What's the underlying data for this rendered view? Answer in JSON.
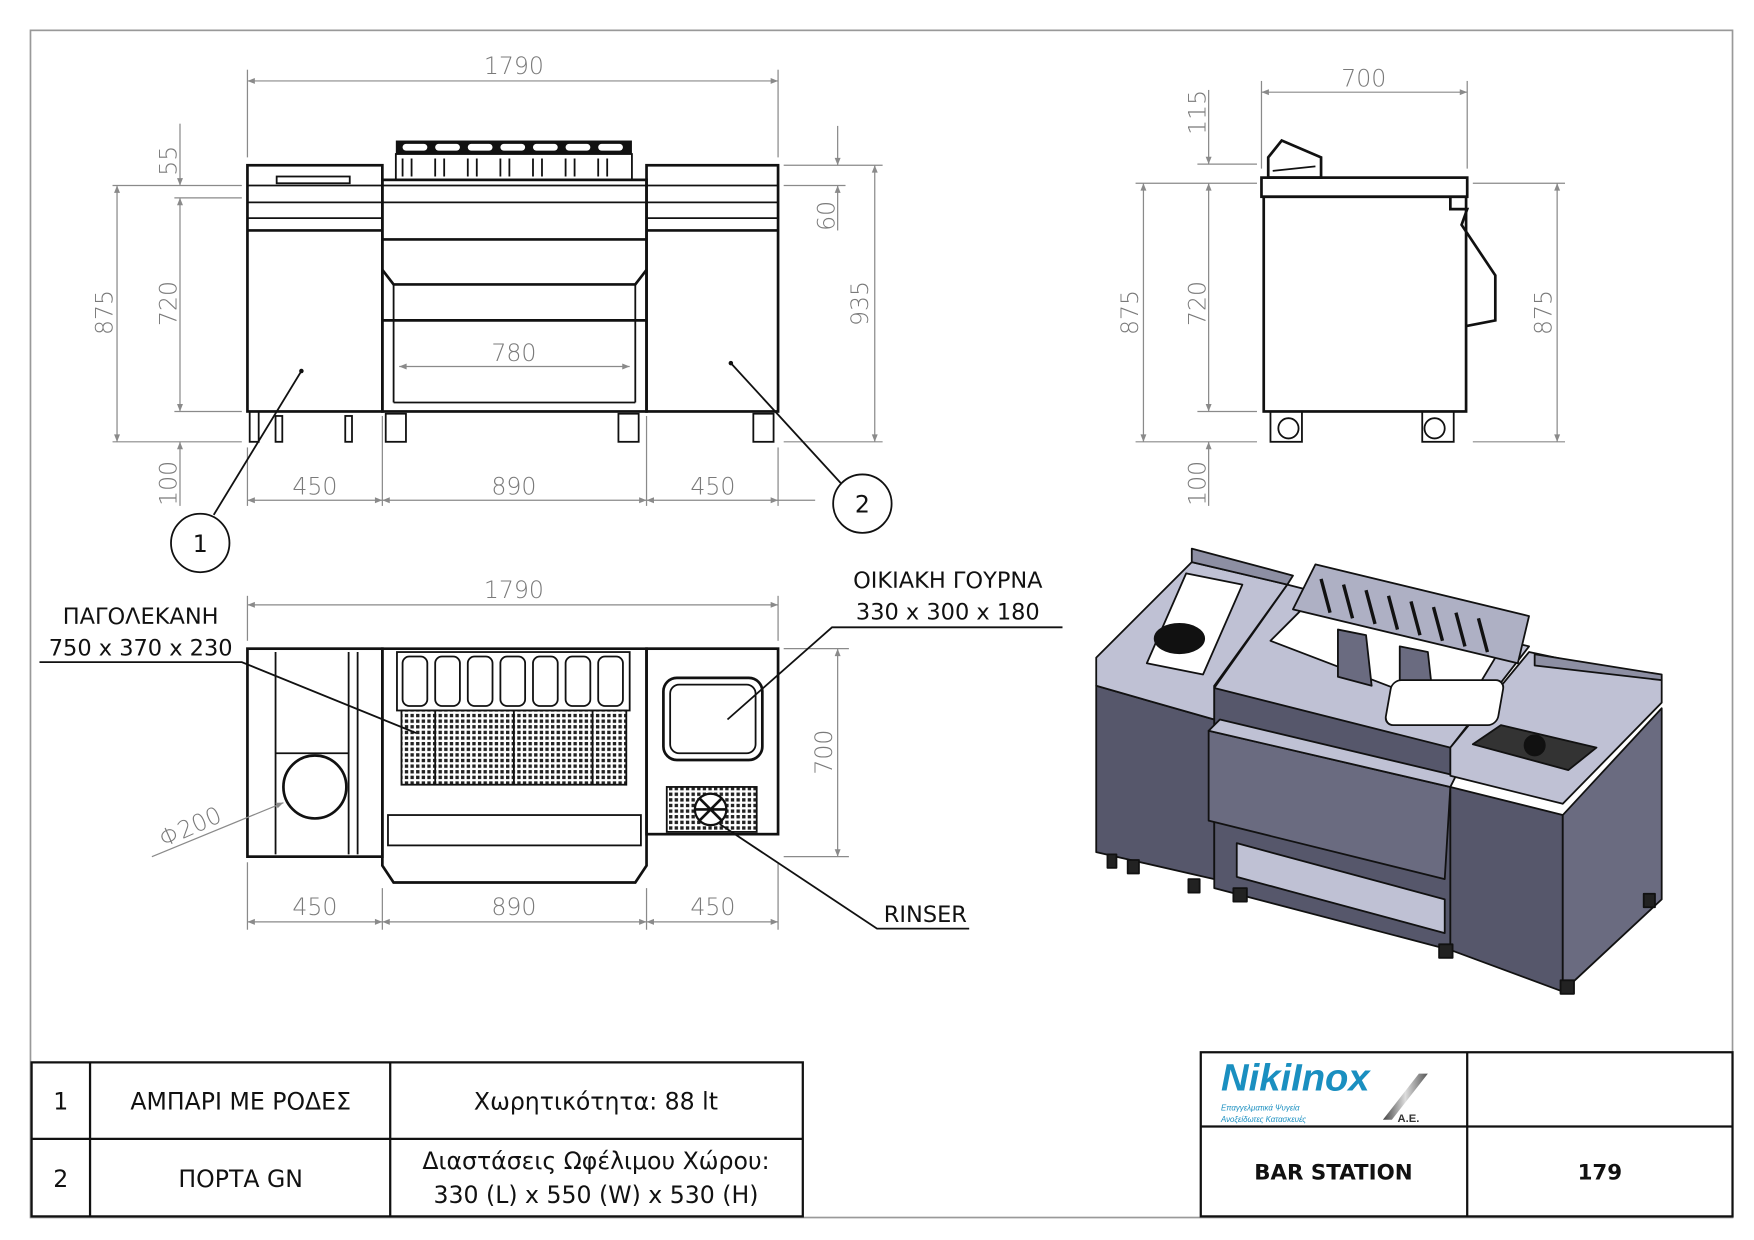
{
  "drawing": {
    "front_view": {
      "overall_width": "1790",
      "dim_55": "55",
      "dim_720": "720",
      "dim_875": "875",
      "dim_100": "100",
      "dim_60": "60",
      "dim_935": "935",
      "dim_780": "780",
      "bottom_dims": [
        "450",
        "890",
        "450"
      ],
      "callouts": [
        "1",
        "2"
      ]
    },
    "side_view": {
      "depth": "700",
      "dim_115": "115",
      "dim_875_left": "875",
      "dim_720": "720",
      "dim_875_right": "875",
      "dim_100": "100"
    },
    "top_view": {
      "overall_width": "1790",
      "depth": "700",
      "bottom_dims": [
        "450",
        "890",
        "450"
      ],
      "diameter": "Φ200",
      "ice_bin_label": "ΠΑΓΟΛΕΚΑΝΗ",
      "ice_bin_size": "750 x 370 x 230",
      "sink_label": "ΟΙΚΙΑΚΗ ΓΟΥΡΝΑ",
      "sink_size": "330 x 300 x 180",
      "rinser_label": "RINSER"
    }
  },
  "parts_table": [
    {
      "no": "1",
      "name": "ΑΜΠΑΡΙ ΜΕ ΡΟΔΕΣ",
      "desc": [
        "Χωρητικότητα: 88 lt"
      ]
    },
    {
      "no": "2",
      "name": "ΠΟΡΤΑ GN",
      "desc": [
        "Διαστάσεις Ωφέλιμου Χώρου:",
        "330 (L) x 550 (W) x 530 (H)"
      ]
    }
  ],
  "title_block": {
    "logo_text": "NikiInox",
    "logo_sub1": "Επαγγελματικά Ψυγεία",
    "logo_sub2": "Ανοξείδωτες Κατασκευές",
    "logo_suffix": "A.E.",
    "product_name": "BAR STATION",
    "drawing_number": "179"
  },
  "colors": {
    "logo_blue": "#1a8fc0",
    "dim_gray": "#8a8a8a",
    "body_dark": "#55566a",
    "body_light": "#b9bbd0"
  }
}
